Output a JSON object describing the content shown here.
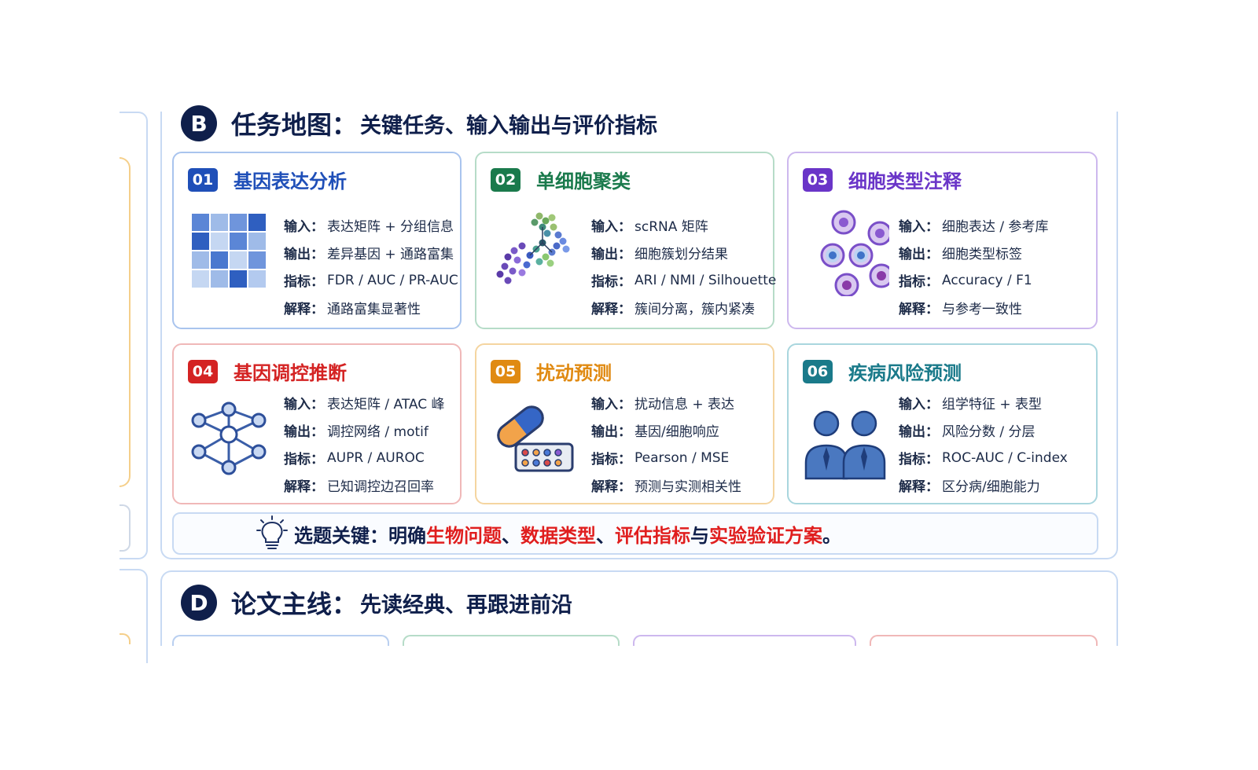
{
  "section_b": {
    "badge": "B",
    "title": "任务地图：",
    "subtitle": "关键任务、输入输出与评价指标"
  },
  "cards": [
    {
      "num": "01",
      "title": "基因表达分析",
      "accent": "#1f4fb8",
      "border": "#a9c4ee",
      "icon": "heatmap-grid-icon",
      "rows": [
        {
          "label": "输入：",
          "value": "表达矩阵 + 分组信息"
        },
        {
          "label": "输出：",
          "value": "差异基因 + 通路富集"
        },
        {
          "label": "指标：",
          "value": "FDR / AUC / PR-AUC"
        },
        {
          "label": "解释：",
          "value": "通路富集显著性"
        }
      ]
    },
    {
      "num": "02",
      "title": "单细胞聚类",
      "accent": "#1a7a4c",
      "border": "#b6dcc8",
      "icon": "cluster-scatter-icon",
      "rows": [
        {
          "label": "输入：",
          "value": "scRNA 矩阵"
        },
        {
          "label": "输出：",
          "value": "细胞簇划分结果"
        },
        {
          "label": "指标：",
          "value": "ARI / NMI / Silhouette"
        },
        {
          "label": "解释：",
          "value": "簇间分离，簇内紧凑"
        }
      ]
    },
    {
      "num": "03",
      "title": "细胞类型注释",
      "accent": "#6a35c8",
      "border": "#cdb8ee",
      "icon": "cells-icon",
      "rows": [
        {
          "label": "输入：",
          "value": "细胞表达 / 参考库"
        },
        {
          "label": "输出：",
          "value": "细胞类型标签"
        },
        {
          "label": "指标：",
          "value": "Accuracy / F1"
        },
        {
          "label": "解释：",
          "value": "与参考一致性"
        }
      ]
    },
    {
      "num": "04",
      "title": "基因调控推断",
      "accent": "#d42323",
      "border": "#f0b8b8",
      "icon": "network-icon",
      "rows": [
        {
          "label": "输入：",
          "value": "表达矩阵 / ATAC 峰"
        },
        {
          "label": "输出：",
          "value": "调控网络 / motif"
        },
        {
          "label": "指标：",
          "value": "AUPR / AUROC"
        },
        {
          "label": "解释：",
          "value": "已知调控边召回率"
        }
      ]
    },
    {
      "num": "05",
      "title": "扰动预测",
      "accent": "#e08a12",
      "border": "#f5d5a0",
      "icon": "pill-plate-icon",
      "rows": [
        {
          "label": "输入：",
          "value": "扰动信息 + 表达"
        },
        {
          "label": "输出：",
          "value": "基因/细胞响应"
        },
        {
          "label": "指标：",
          "value": "Pearson / MSE"
        },
        {
          "label": "解释：",
          "value": "预测与实测相关性"
        }
      ]
    },
    {
      "num": "06",
      "title": "疾病风险预测",
      "accent": "#1a7a8a",
      "border": "#a9d6de",
      "icon": "patients-icon",
      "rows": [
        {
          "label": "输入：",
          "value": "组学特征 + 表型"
        },
        {
          "label": "输出：",
          "value": "风险分数 / 分层"
        },
        {
          "label": "指标：",
          "value": "ROC-AUC / C-index"
        },
        {
          "label": "解释：",
          "value": "区分病/细胞能力"
        }
      ]
    }
  ],
  "tip": {
    "icon": "lightbulb-icon",
    "prefix": "选题关键：明确",
    "k1": "生物问题",
    "sep1": "、",
    "k2": "数据类型",
    "sep2": "、",
    "k3": "评估指标",
    "mid": "与",
    "k4": "实验验证方案",
    "end": "。"
  },
  "section_d": {
    "badge": "D",
    "title": "论文主线：",
    "subtitle": "先读经典、再跟进前沿"
  }
}
